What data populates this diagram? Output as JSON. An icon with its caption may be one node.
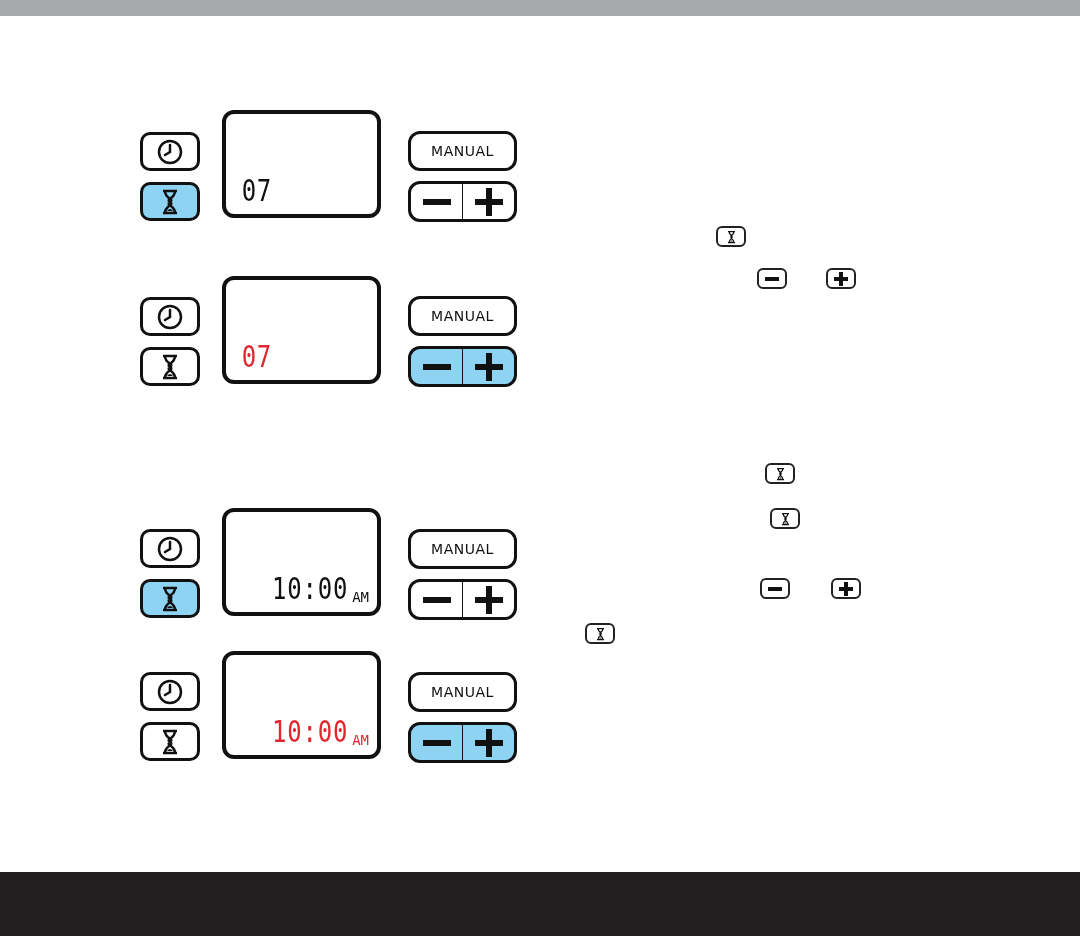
{
  "diagram": {
    "nodes": [
      {
        "text": [
          "07"
        ]
      },
      {
        "text": [
          "MANUAL"
        ]
      },
      {
        "text": [
          "07"
        ]
      },
      {
        "text": [
          "MANUAL"
        ]
      },
      {
        "text": [
          "10:00",
          "AM"
        ]
      },
      {
        "text": [
          "MANUAL"
        ]
      },
      {
        "text": [
          "10:00",
          "AM"
        ]
      },
      {
        "text": [
          "MANUAL"
        ]
      }
    ]
  }
}
